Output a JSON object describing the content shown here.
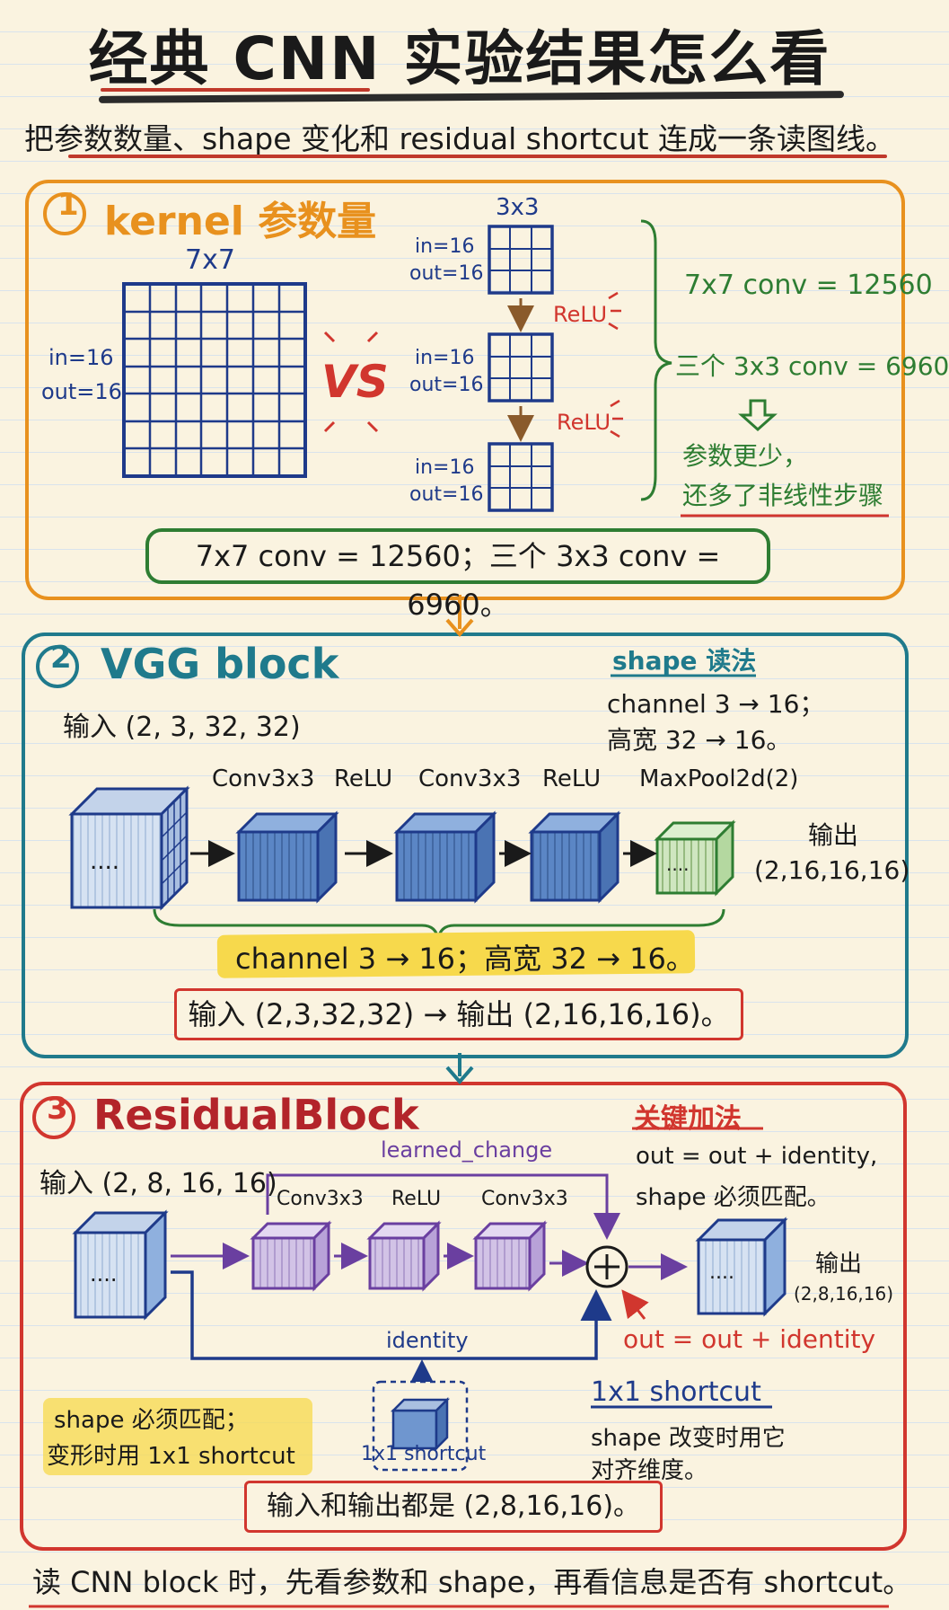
{
  "title": "经典 CNN 实验结果怎么看",
  "subtitle": "把参数数量、shape 变化和 residual shortcut 连成一条读图线。",
  "section1": {
    "num": "1",
    "title": "kernel 参数量",
    "big_kernel_label": "7x7",
    "big_in": "in=16",
    "big_out": "out=16",
    "vs": "VS",
    "small_kernel_label": "3x3",
    "small_in": "in=16",
    "small_out": "out=16",
    "relu": "ReLU",
    "stat1": "7x7 conv = 12560",
    "stat2": "三个 3x3 conv = 6960",
    "conclusion_line1": "参数更少，",
    "conclusion_line2": "还多了非线性步骤",
    "summary": "7x7 conv = 12560；三个 3x3 conv = 6960。"
  },
  "section2": {
    "num": "2",
    "title": "VGG block",
    "input_label": "输入 (2, 3, 32, 32)",
    "shape_title": "shape 读法",
    "shape_line1": "channel 3 → 16；",
    "shape_line2": "高宽 32 → 16。",
    "layer_conv1": "Conv3x3",
    "layer_relu1": "ReLU",
    "layer_conv2": "Conv3x3",
    "layer_relu2": "ReLU",
    "layer_pool": "MaxPool2d(2)",
    "output_title": "输出",
    "output_shape": "(2,16,16,16)",
    "dots": "....",
    "highlight": "channel 3 → 16；高宽 32 → 16。",
    "summary": "输入 (2,3,32,32) → 输出 (2,16,16,16)。"
  },
  "section3": {
    "num": "3",
    "title": "ResidualBlock",
    "input_label": "输入 (2, 8, 16, 16)",
    "learned": "learned_change",
    "conv1": "Conv3x3",
    "relu": "ReLU",
    "conv2": "Conv3x3",
    "key_title": "关键加法",
    "key_line1": "out = out + identity,",
    "key_line2": "shape 必须匹配。",
    "output_title": "输出",
    "output_shape": "(2,8,16,16)",
    "identity": "identity",
    "out_eq": "out = out + identity",
    "note_line1": "shape 必须匹配；",
    "note_line2": "变形时用 1x1 shortcut",
    "small_shortcut": "1x1 shortcut",
    "shortcut_title": "1x1 shortcut",
    "shortcut_line1": "shape 改变时用它",
    "shortcut_line2": "对齐维度。",
    "dots": "....",
    "summary": "输入和输出都是 (2,8,16,16)。"
  },
  "footer": "读 CNN block 时，先看参数和 shape，再看信息是否有 shortcut。",
  "colors": {
    "orange": "#e8911e",
    "teal": "#1f7a8c",
    "red": "#d1362e",
    "green": "#2e7d32",
    "navy": "#1e3a8a",
    "purple": "#6a3fa0",
    "yellow": "#f7d94c"
  }
}
